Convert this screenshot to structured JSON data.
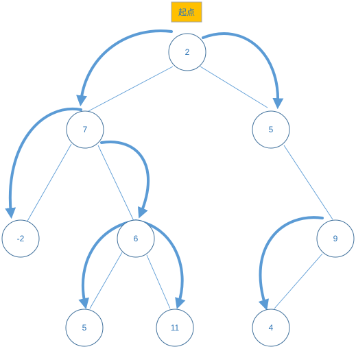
{
  "diagram": {
    "start_label": "起点",
    "colors": {
      "edge": "#5b9bd5",
      "arrow": "#5b9bd5",
      "node_border": "#41719c",
      "node_text": "#2e75b6",
      "start_fill": "#ffc000"
    },
    "nodes": [
      {
        "id": "n2",
        "label": "2"
      },
      {
        "id": "n7",
        "label": "7"
      },
      {
        "id": "n5a",
        "label": "5"
      },
      {
        "id": "nm2",
        "label": "-2"
      },
      {
        "id": "n6",
        "label": "6"
      },
      {
        "id": "n9",
        "label": "9"
      },
      {
        "id": "n5b",
        "label": "5"
      },
      {
        "id": "n11",
        "label": "11"
      },
      {
        "id": "n4",
        "label": "4"
      }
    ],
    "edges": [
      {
        "from": "n2",
        "to": "n7"
      },
      {
        "from": "n2",
        "to": "n5a"
      },
      {
        "from": "n7",
        "to": "nm2"
      },
      {
        "from": "n7",
        "to": "n6"
      },
      {
        "from": "n5a",
        "to": "n9"
      },
      {
        "from": "n6",
        "to": "n5b"
      },
      {
        "from": "n6",
        "to": "n11"
      },
      {
        "from": "n9",
        "to": "n4"
      }
    ]
  }
}
